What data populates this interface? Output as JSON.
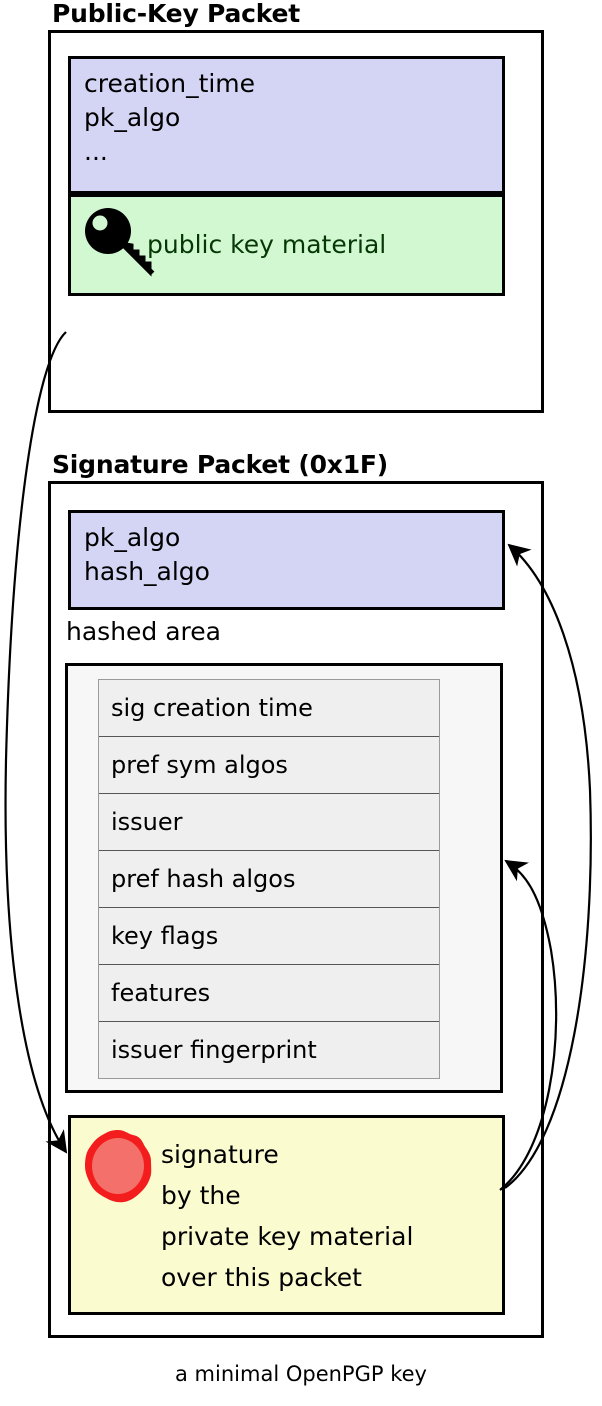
{
  "diagram": {
    "caption": "a minimal OpenPGP key",
    "colors": {
      "purple_fill": "#d4d4f4",
      "green_fill": "#d2f8d2",
      "yellow_fill": "#fbfbd0",
      "hashed_area_fill": "#f7f7f7",
      "subpacket_fill": "#efefef",
      "seal_outer": "#f41d1d",
      "seal_inner": "#f4706a",
      "stroke": "#000000",
      "green_text": "#063806"
    }
  },
  "public_key_packet": {
    "title": "Public-Key Packet",
    "fields_block": {
      "lines": "creation_time\npk_algo\n...",
      "line_items": [
        "creation_time",
        "pk_algo",
        "..."
      ]
    },
    "material_block": {
      "icon": "key-icon",
      "label": "public key material"
    }
  },
  "signature_packet": {
    "title": "Signature Packet (0x1F)",
    "fields_block": {
      "lines": "pk_algo\nhash_algo",
      "line_items": [
        "pk_algo",
        "hash_algo"
      ]
    },
    "hashed_area": {
      "label": "hashed area",
      "subpackets": [
        "sig creation time",
        "pref sym algos",
        "issuer",
        "pref hash algos",
        "key flags",
        "features",
        "issuer fingerprint"
      ]
    },
    "signature_block": {
      "icon": "wax-seal-icon",
      "lines": "signature\nby the\nprivate key material\nover this packet",
      "line_items": [
        "signature",
        "by the",
        "private key material",
        "over this packet"
      ]
    }
  },
  "arrows": [
    {
      "name": "arrow-public-key-to-signature",
      "from": "public-key-packet",
      "to": "signature-block"
    },
    {
      "name": "arrow-signature-to-sig-fields",
      "from": "signature-block",
      "to": "signature-fields-block"
    },
    {
      "name": "arrow-signature-to-hashed-area",
      "from": "signature-block",
      "to": "hashed-area"
    }
  ]
}
